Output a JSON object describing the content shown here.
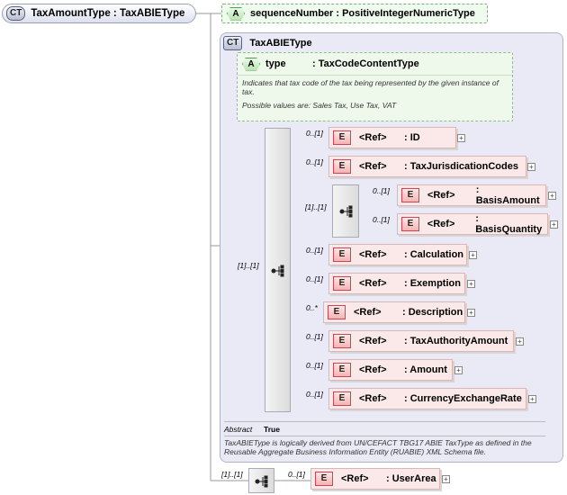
{
  "root": {
    "badge": "CT",
    "label": "TaxAmountType : TaxABIEType"
  },
  "top_attr": {
    "badge": "A",
    "label": "sequenceNumber : PositiveIntegerNumericType"
  },
  "complex_type": {
    "badge": "CT",
    "name": "TaxABIEType",
    "attribute": {
      "badge": "A",
      "name": "type",
      "type": ": TaxCodeContentType",
      "doc1": "Indicates that tax code of the tax being represented by the given instance of tax.",
      "doc2": "Possible values are: Sales Tax, Use Tax, VAT"
    },
    "abstract_label": "Abstract",
    "abstract_value": "True",
    "doc": "TaxABIEType is logically derived from UN/CEFACT TBG17 ABIE TaxType as defined in the Reusable Aggregate Business Information Entity (RUABIE) XML Schema file."
  },
  "badge_e": "E",
  "ref_label": "<Ref>",
  "plus": "+",
  "sequence_card": "[1]..[1]",
  "inner_seq_card": "[1]..[1]",
  "elements": [
    {
      "card": "0..[1]",
      "name": ": ID"
    },
    {
      "card": "0..[1]",
      "name": ": TaxJurisdicationCodes"
    },
    {
      "card": "0..[1]",
      "name": ": BasisAmount"
    },
    {
      "card": "0..[1]",
      "name": ": BasisQuantity"
    },
    {
      "card": "0..[1]",
      "name": ": Calculation"
    },
    {
      "card": "0..[1]",
      "name": ": Exemption"
    },
    {
      "card": "0..*",
      "name": ": Description"
    },
    {
      "card": "0..[1]",
      "name": ": TaxAuthorityAmount"
    },
    {
      "card": "0..[1]",
      "name": ": Amount"
    },
    {
      "card": "0..[1]",
      "name": ": CurrencyExchangeRate"
    }
  ],
  "bottom": {
    "seq_card": "[1]..[1]",
    "card": "0..[1]",
    "name": ": UserArea"
  },
  "icons": {
    "sequence": "sequence-icon",
    "expand": "plus-expand-icon"
  }
}
